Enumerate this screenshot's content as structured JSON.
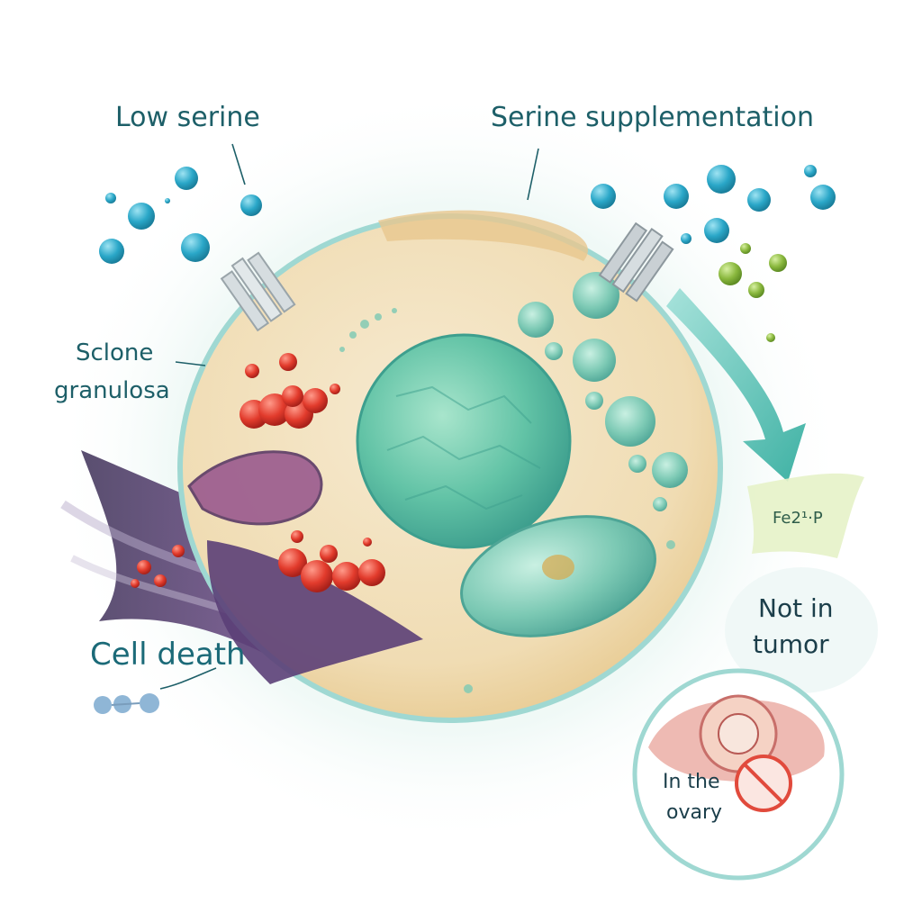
{
  "labels": {
    "low_serine": "Low serine",
    "serine_supplementation": "Serine supplementation",
    "sclone": "Sclone",
    "granulosa": "granulosa",
    "cell_death": "Cell death",
    "fe_label": "Fe2¹·P",
    "not_in": "Not in",
    "tumor": "tumor",
    "in_the": "In the",
    "ovary": "ovary"
  },
  "colors": {
    "cytoplasm": "#f1dfb9",
    "membrane": "#9fd8d2",
    "nucleus": "#5fc6a5",
    "organelle_teal": "#7cc9b4",
    "ferroptosis_red": "#e23b2c",
    "dying_purple": "#6e4a88",
    "serine_blue": "#2aa7c8",
    "serine_green": "#8ab83e",
    "label_text": "#1d5f68"
  },
  "icons": {
    "transporter": "membrane-transporter-icon",
    "prohibited": "no-symbol-icon"
  }
}
